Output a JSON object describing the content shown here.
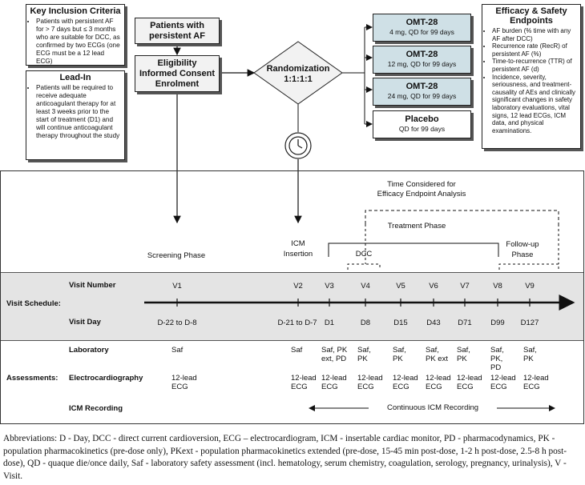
{
  "inclusion": {
    "title": "Key Inclusion Criteria",
    "bullets": [
      "Patients with persistent AF for > 7 days but ≤ 3 months who are suitable for DCC, as confirmed by two ECGs (one ECG must be a 12 lead ECG)"
    ]
  },
  "leadin": {
    "title": "Lead-In",
    "bullets": [
      "Patients will be required to receive adequate anticoagulant therapy for at least 3 weeks prior to the start of treatment (D1) and will continue anticoagulant therapy throughout the study"
    ]
  },
  "patients": "Patients with persistent AF",
  "eligibility": {
    "line1": "Eligibility",
    "line2": "Informed Consent",
    "line3": "Enrolment"
  },
  "randomization": {
    "line1": "Randomization",
    "line2": "1:1:1:1"
  },
  "arms": [
    {
      "name": "OMT-28",
      "dose": "4 mg, QD for 99 days"
    },
    {
      "name": "OMT-28",
      "dose": "12 mg, QD for 99 days"
    },
    {
      "name": "OMT-28",
      "dose": "24 mg, QD for 99 days"
    },
    {
      "name": "Placebo",
      "dose": "QD for 99 days"
    }
  ],
  "endpoints": {
    "title": "Efficacy & Safety Endpoints",
    "bullets": [
      "AF burden (% time with any AF after DCC)",
      "Recurrence rate (RecR) of persistent AF (%)",
      "Time-to-recurrence (TTR) of persistent AF (d)",
      "Incidence, severity, seriousness, and treatment-causality of AEs and clinically significant changes in safety laboratory evaluations, vital signs, 12 lead ECGs, ICM data, and physical examinations."
    ]
  },
  "timeline": {
    "efficacy_window": "Time Considered for Efficacy Endpoint Analysis",
    "treatment_phase": "Treatment Phase",
    "screening_phase": "Screening Phase",
    "icm_insertion": "ICM Insertion",
    "dcc": "DCC",
    "followup": "Follow-up Phase"
  },
  "schedule": {
    "label": "Visit Schedule:",
    "visit_number_label": "Visit Number",
    "visit_day_label": "Visit Day",
    "visits": [
      "V1",
      "V2",
      "V3",
      "V4",
      "V5",
      "V6",
      "V7",
      "V8",
      "V9"
    ],
    "days": [
      "D-22 to D-8",
      "D-21 to D-7",
      "D1",
      "D8",
      "D15",
      "D43",
      "D71",
      "D99",
      "D127"
    ]
  },
  "assessments": {
    "label": "Assessments:",
    "laboratory_label": "Laboratory",
    "ecg_label": "Electrocardiography",
    "icm_label": "ICM Recording",
    "laboratory": [
      "Saf",
      "Saf",
      "Saf, PK ext, PD",
      "Saf, PK",
      "Saf, PK",
      "Saf, PK ext",
      "Saf, PK",
      "Saf, PK, PD",
      "Saf, PK"
    ],
    "ecg": [
      "12-lead ECG",
      "12-lead ECG",
      "12-lead ECG",
      "12-lead ECG",
      "12-lead ECG",
      "12-lead ECG",
      "12-lead ECG",
      "12-lead ECG",
      "12-lead ECG"
    ],
    "icm_recording": "Continuous ICM Recording"
  },
  "abbreviations": "Abbreviations: D - Day, DCC - direct current cardioversion, ECG – electrocardiogram, ICM - insertable cardiac monitor, PD - pharmacodynamics, PK - population pharmacokinetics (pre-dose only), PKext - population pharmacokinetics extended (pre-dose, 15-45 min post-dose, 1-2 h post-dose, 2.5-8 h post-dose), QD - quaque die/once daily, Saf - laboratory safety assessment (incl. hematology, serum chemistry, coagulation, serology, pregnancy, urinalysis), V - Visit.",
  "colors": {
    "arm_fill": "#cfe0e6",
    "schedule_band": "#e4e4e4",
    "box_fill": "#f2f2f2"
  }
}
